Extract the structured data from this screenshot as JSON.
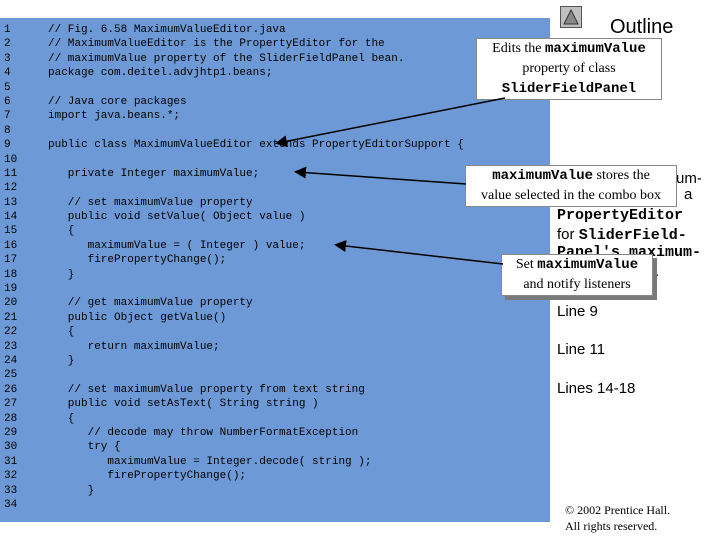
{
  "code_lines": [
    {
      "n": "1",
      "text": "// Fig. 6.58 MaximumValueEditor.java"
    },
    {
      "n": "2",
      "text": "// MaximumValueEditor is the PropertyEditor for the"
    },
    {
      "n": "3",
      "text": "// maximumValue property of the SliderFieldPanel bean."
    },
    {
      "n": "4",
      "text": "package com.deitel.advjhtp1.beans;"
    },
    {
      "n": "5",
      "text": ""
    },
    {
      "n": "6",
      "text": "// Java core packages"
    },
    {
      "n": "7",
      "text": "import java.beans.*;"
    },
    {
      "n": "8",
      "text": ""
    },
    {
      "n": "9",
      "text": "public class MaximumValueEditor extends PropertyEditorSupport {"
    },
    {
      "n": "10",
      "text": ""
    },
    {
      "n": "11",
      "text": "   private Integer maximumValue;"
    },
    {
      "n": "12",
      "text": ""
    },
    {
      "n": "13",
      "text": "   // set maximumValue property"
    },
    {
      "n": "14",
      "text": "   public void setValue( Object value )"
    },
    {
      "n": "15",
      "text": "   {"
    },
    {
      "n": "16",
      "text": "      maximumValue = ( Integer ) value;"
    },
    {
      "n": "17",
      "text": "      firePropertyChange();"
    },
    {
      "n": "18",
      "text": "   }"
    },
    {
      "n": "19",
      "text": ""
    },
    {
      "n": "20",
      "text": "   // get maximumValue property"
    },
    {
      "n": "21",
      "text": "   public Object getValue()"
    },
    {
      "n": "22",
      "text": "   {"
    },
    {
      "n": "23",
      "text": "      return maximumValue;"
    },
    {
      "n": "24",
      "text": "   }"
    },
    {
      "n": "25",
      "text": ""
    },
    {
      "n": "26",
      "text": "   // set maximumValue property from text string"
    },
    {
      "n": "27",
      "text": "   public void setAsText( String string )"
    },
    {
      "n": "28",
      "text": "   {"
    },
    {
      "n": "29",
      "text": "      // decode may throw NumberFormatException"
    },
    {
      "n": "30",
      "text": "      try {"
    },
    {
      "n": "31",
      "text": "         maximumValue = Integer.decode( string );"
    },
    {
      "n": "32",
      "text": "         firePropertyChange();"
    },
    {
      "n": "33",
      "text": "      }"
    },
    {
      "n": "34",
      "text": ""
    }
  ],
  "outline_title": "Outline",
  "callouts": {
    "c1": {
      "pre": "Edits the ",
      "mono": "maximumValue",
      "mid": "property of class",
      "mono2": "SliderFieldPanel"
    },
    "c2": {
      "mono": "maximumValue",
      "post": " stores the",
      "line2": "value selected in the combo box"
    },
    "c3": {
      "pre": "Set ",
      "mono": "maximumValue",
      "line2": "and notify listeners"
    }
  },
  "side_partial": {
    "l1": "um-",
    "l2": "a",
    "l3": "PropertyEditor",
    "l4_pre": "for ",
    "l4_mono": "SliderField-",
    "l5": "Panel's maximum-",
    "l6": ")."
  },
  "side_labels": [
    "Line 9",
    "Line 11",
    "Lines 14-18"
  ],
  "copyright": {
    "line1": "© 2002 Prentice Hall.",
    "line2": "All rights reserved."
  },
  "colors": {
    "panel": "#6d9ad6",
    "callout_bg": "#ffffff"
  }
}
